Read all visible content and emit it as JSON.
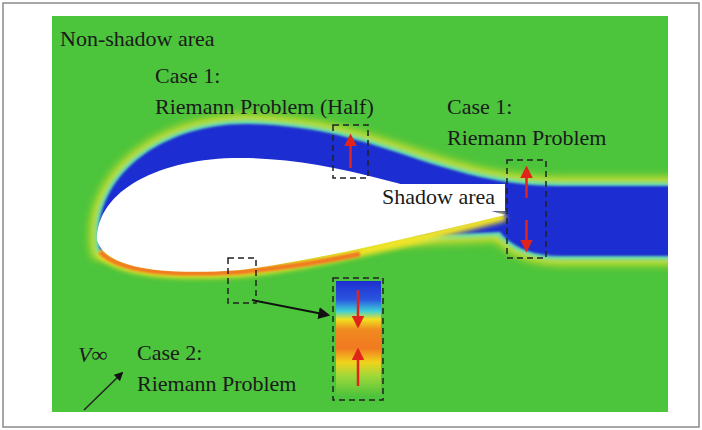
{
  "diagram": {
    "nodes": [
      {
        "text": [
          "Shadow area"
        ]
      }
    ],
    "labels": [
      "Non-shadow area",
      "Case 1:",
      "Riemann Problem (Half)",
      "Case 1:",
      "Riemann Problem",
      "Case 2:",
      "Riemann Problem",
      "V∞"
    ]
  }
}
